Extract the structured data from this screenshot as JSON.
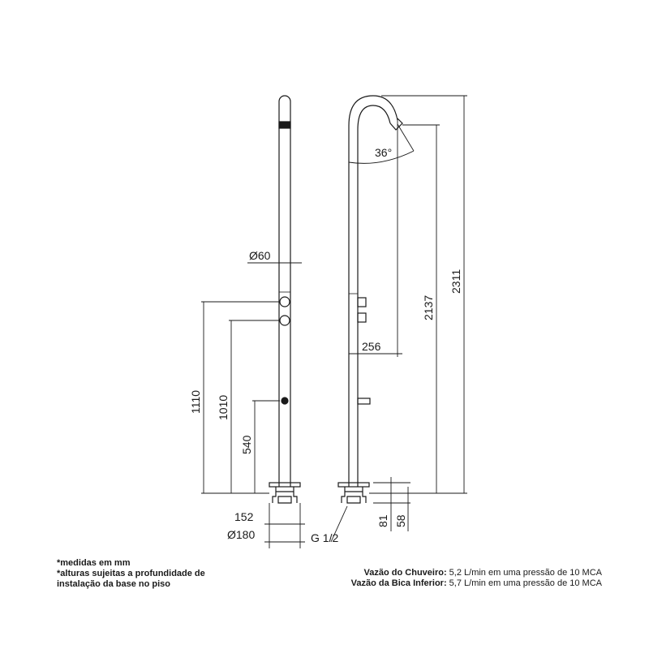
{
  "dimensions": {
    "d60": "Ø60",
    "h1110": "1110",
    "h1010": "1010",
    "h540": "540",
    "w152": "152",
    "d180": "Ø180",
    "angle": "36°",
    "w256": "256",
    "h2137": "2137",
    "h2311": "2311",
    "h81": "81",
    "h58": "58",
    "thread": "G 1/2"
  },
  "notes_left": [
    "*medidas em mm",
    "*alturas sujeitas a profundidade de",
    "instalação da base no piso"
  ],
  "flow": [
    {
      "label": "Vazão do Chuveiro:",
      "value": " 5,2 L/min em uma pressão de 10 MCA"
    },
    {
      "label": "Vazão da Bica Inferior:",
      "value": " 5,7 L/min em uma pressão de 10 MCA"
    }
  ]
}
